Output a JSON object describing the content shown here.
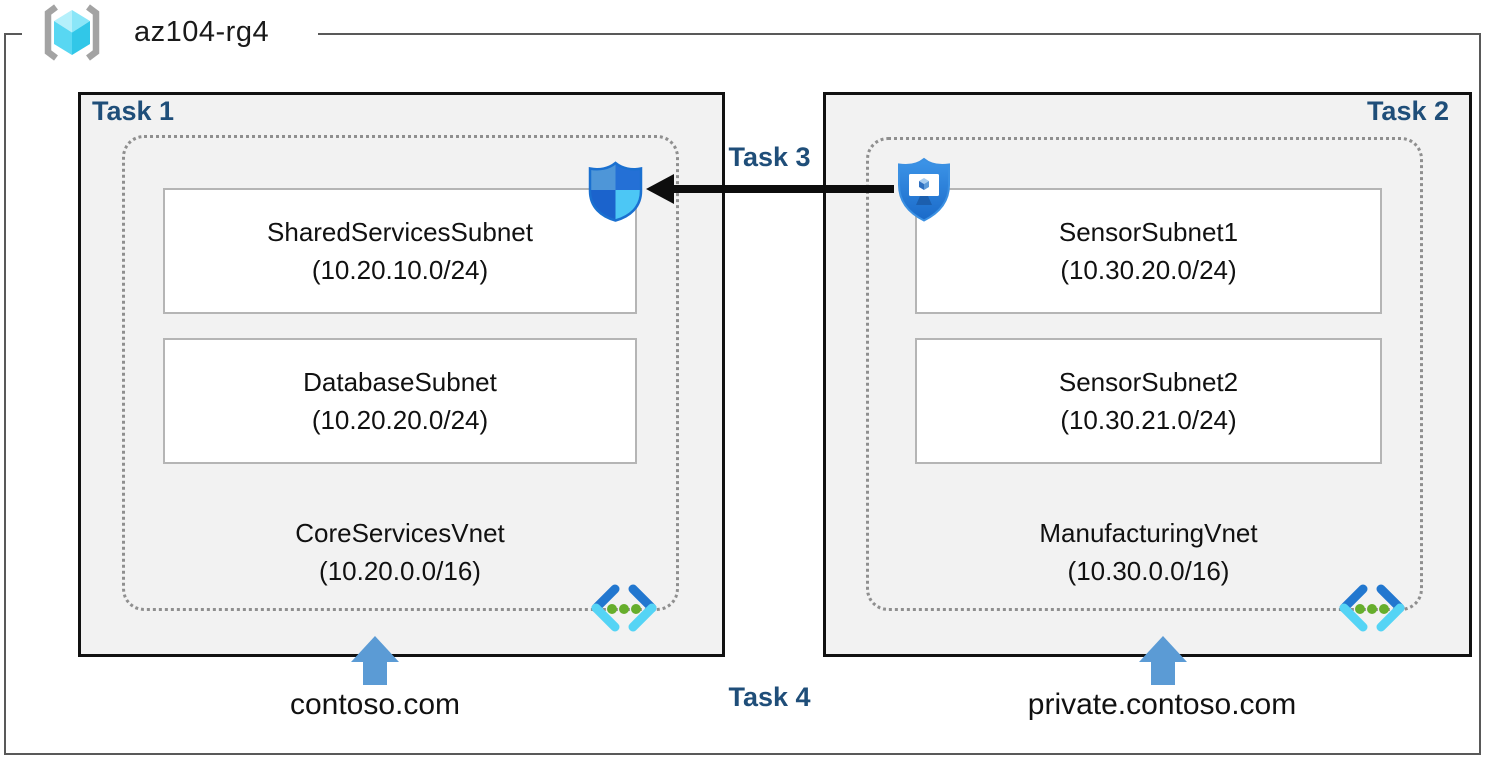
{
  "resource_group": {
    "name": "az104-rg4",
    "icon": "resource-group-icon"
  },
  "left_vnet": {
    "task_label": "Task 1",
    "vnet_name": "CoreServicesVnet",
    "vnet_cidr": "(10.20.0.0/16)",
    "subnets": [
      {
        "name": "SharedServicesSubnet",
        "cidr": "(10.20.10.0/24)"
      },
      {
        "name": "DatabaseSubnet",
        "cidr": "(10.20.20.0/24)"
      }
    ],
    "dns_label": "contoso.com",
    "security_icon": "network-security-group-shield"
  },
  "right_vnet": {
    "task_label": "Task 2",
    "vnet_name": "ManufacturingVnet",
    "vnet_cidr": "(10.30.0.0/16)",
    "subnets": [
      {
        "name": "SensorSubnet1",
        "cidr": "(10.30.20.0/24)"
      },
      {
        "name": "SensorSubnet2",
        "cidr": "(10.30.21.0/24)"
      }
    ],
    "dns_label": "private.contoso.com",
    "security_icon": "bastion-shield-vm"
  },
  "connection": {
    "task_label": "Task 3",
    "direction": "right-to-left"
  },
  "bottom": {
    "task_label": "Task 4"
  },
  "colors": {
    "task_label_navy": "#1f4e79",
    "frame_gray": "#595959",
    "box_fill": "#f2f2f2",
    "box_border": "#111111",
    "subnet_border": "#b5b5b5",
    "dotted_border": "#8f8f8f",
    "dns_arrow_blue": "#5b9bd5",
    "connection_arrow": "#0d0d0d",
    "vnet_icon_dark_blue": "#2277cf",
    "vnet_icon_cyan": "#55d4f5",
    "vnet_icon_green": "#66ae2c"
  }
}
